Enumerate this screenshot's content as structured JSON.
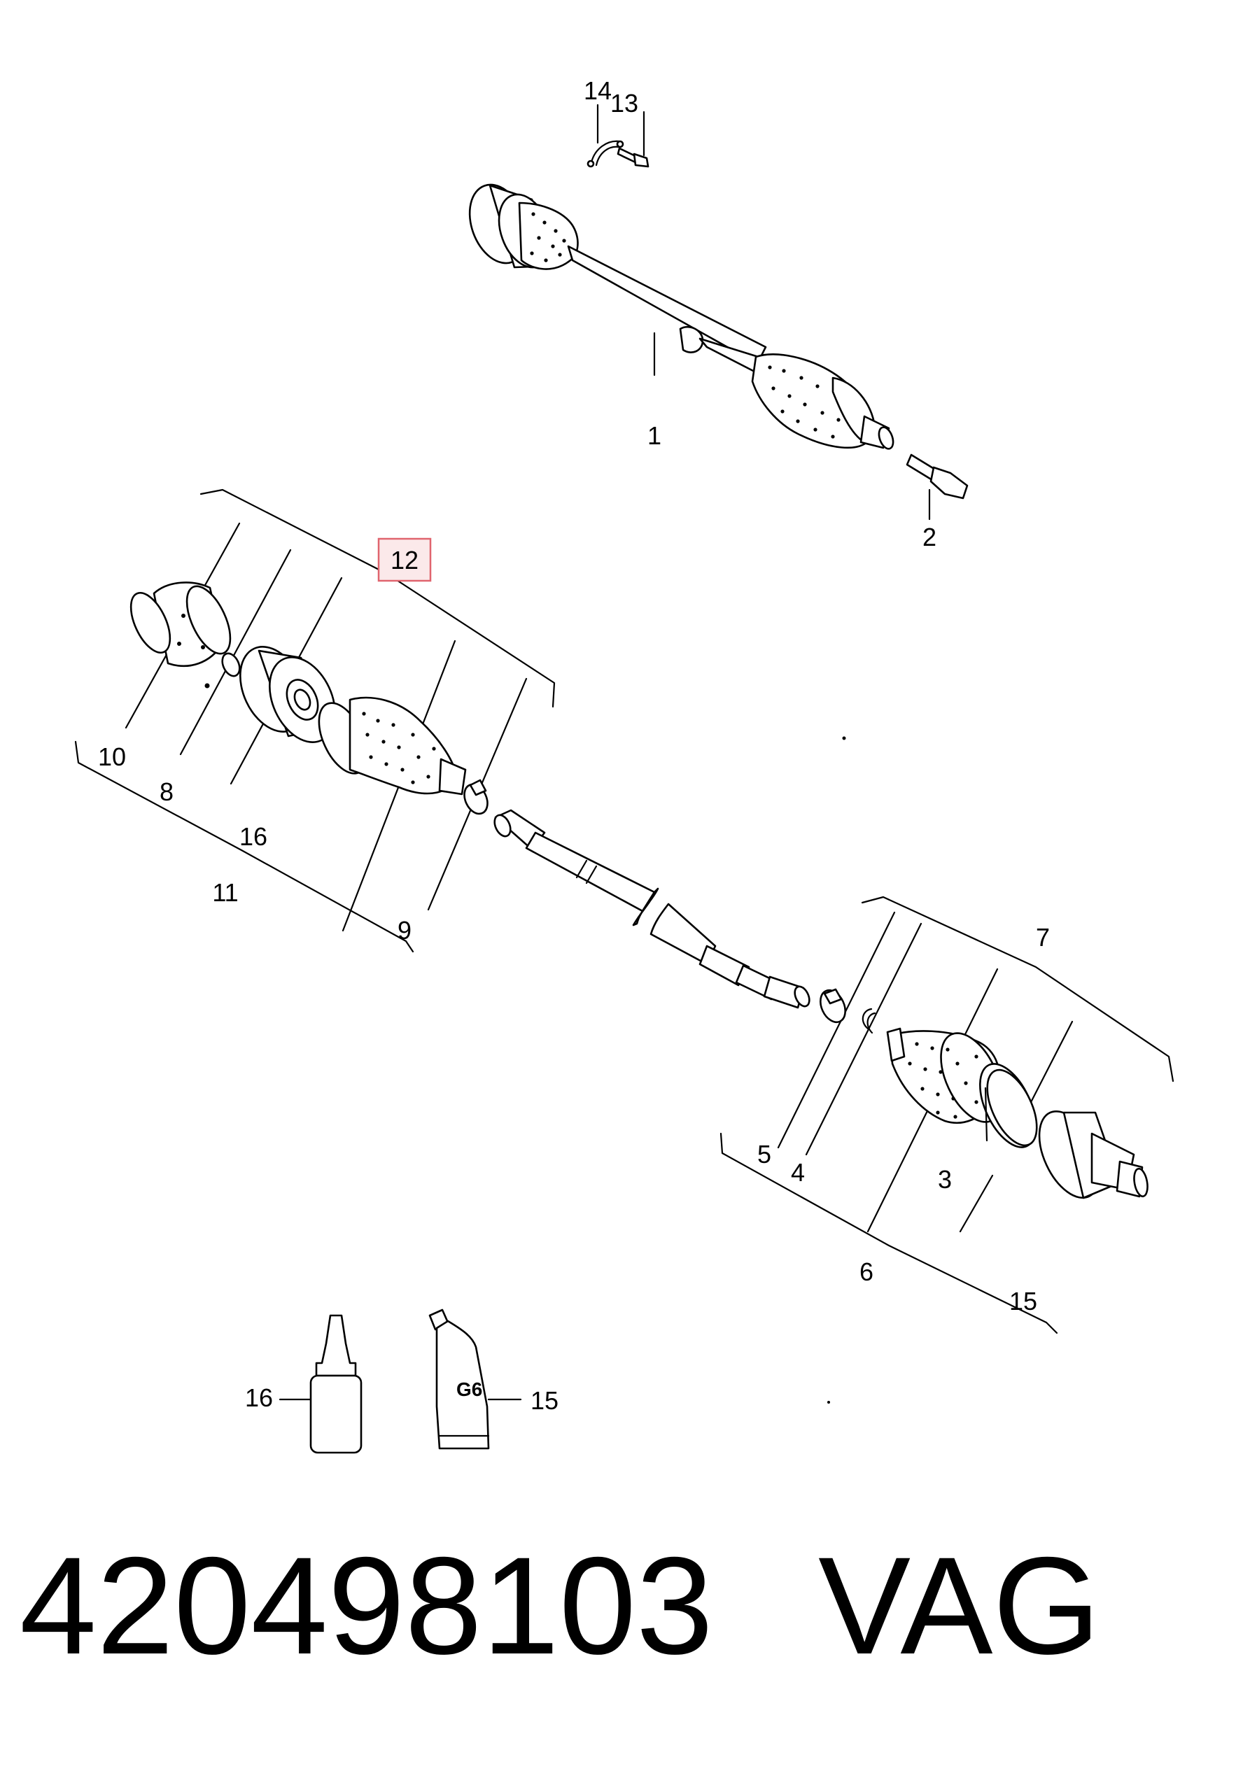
{
  "callouts": {
    "c1": "1",
    "c2": "2",
    "c3": "3",
    "c4": "4",
    "c5": "5",
    "c6": "6",
    "c7": "7",
    "c8": "8",
    "c9": "9",
    "c10": "10",
    "c11": "11",
    "c12": "12",
    "c13": "13",
    "c14": "14",
    "c15a": "15",
    "c15b": "15",
    "c16a": "16",
    "c16b": "16"
  },
  "highlighted_callout": "12",
  "highlight_color": "#e0646e",
  "tube_label": "G6",
  "footer": {
    "part_number": "420498103",
    "brand": "VAG"
  }
}
